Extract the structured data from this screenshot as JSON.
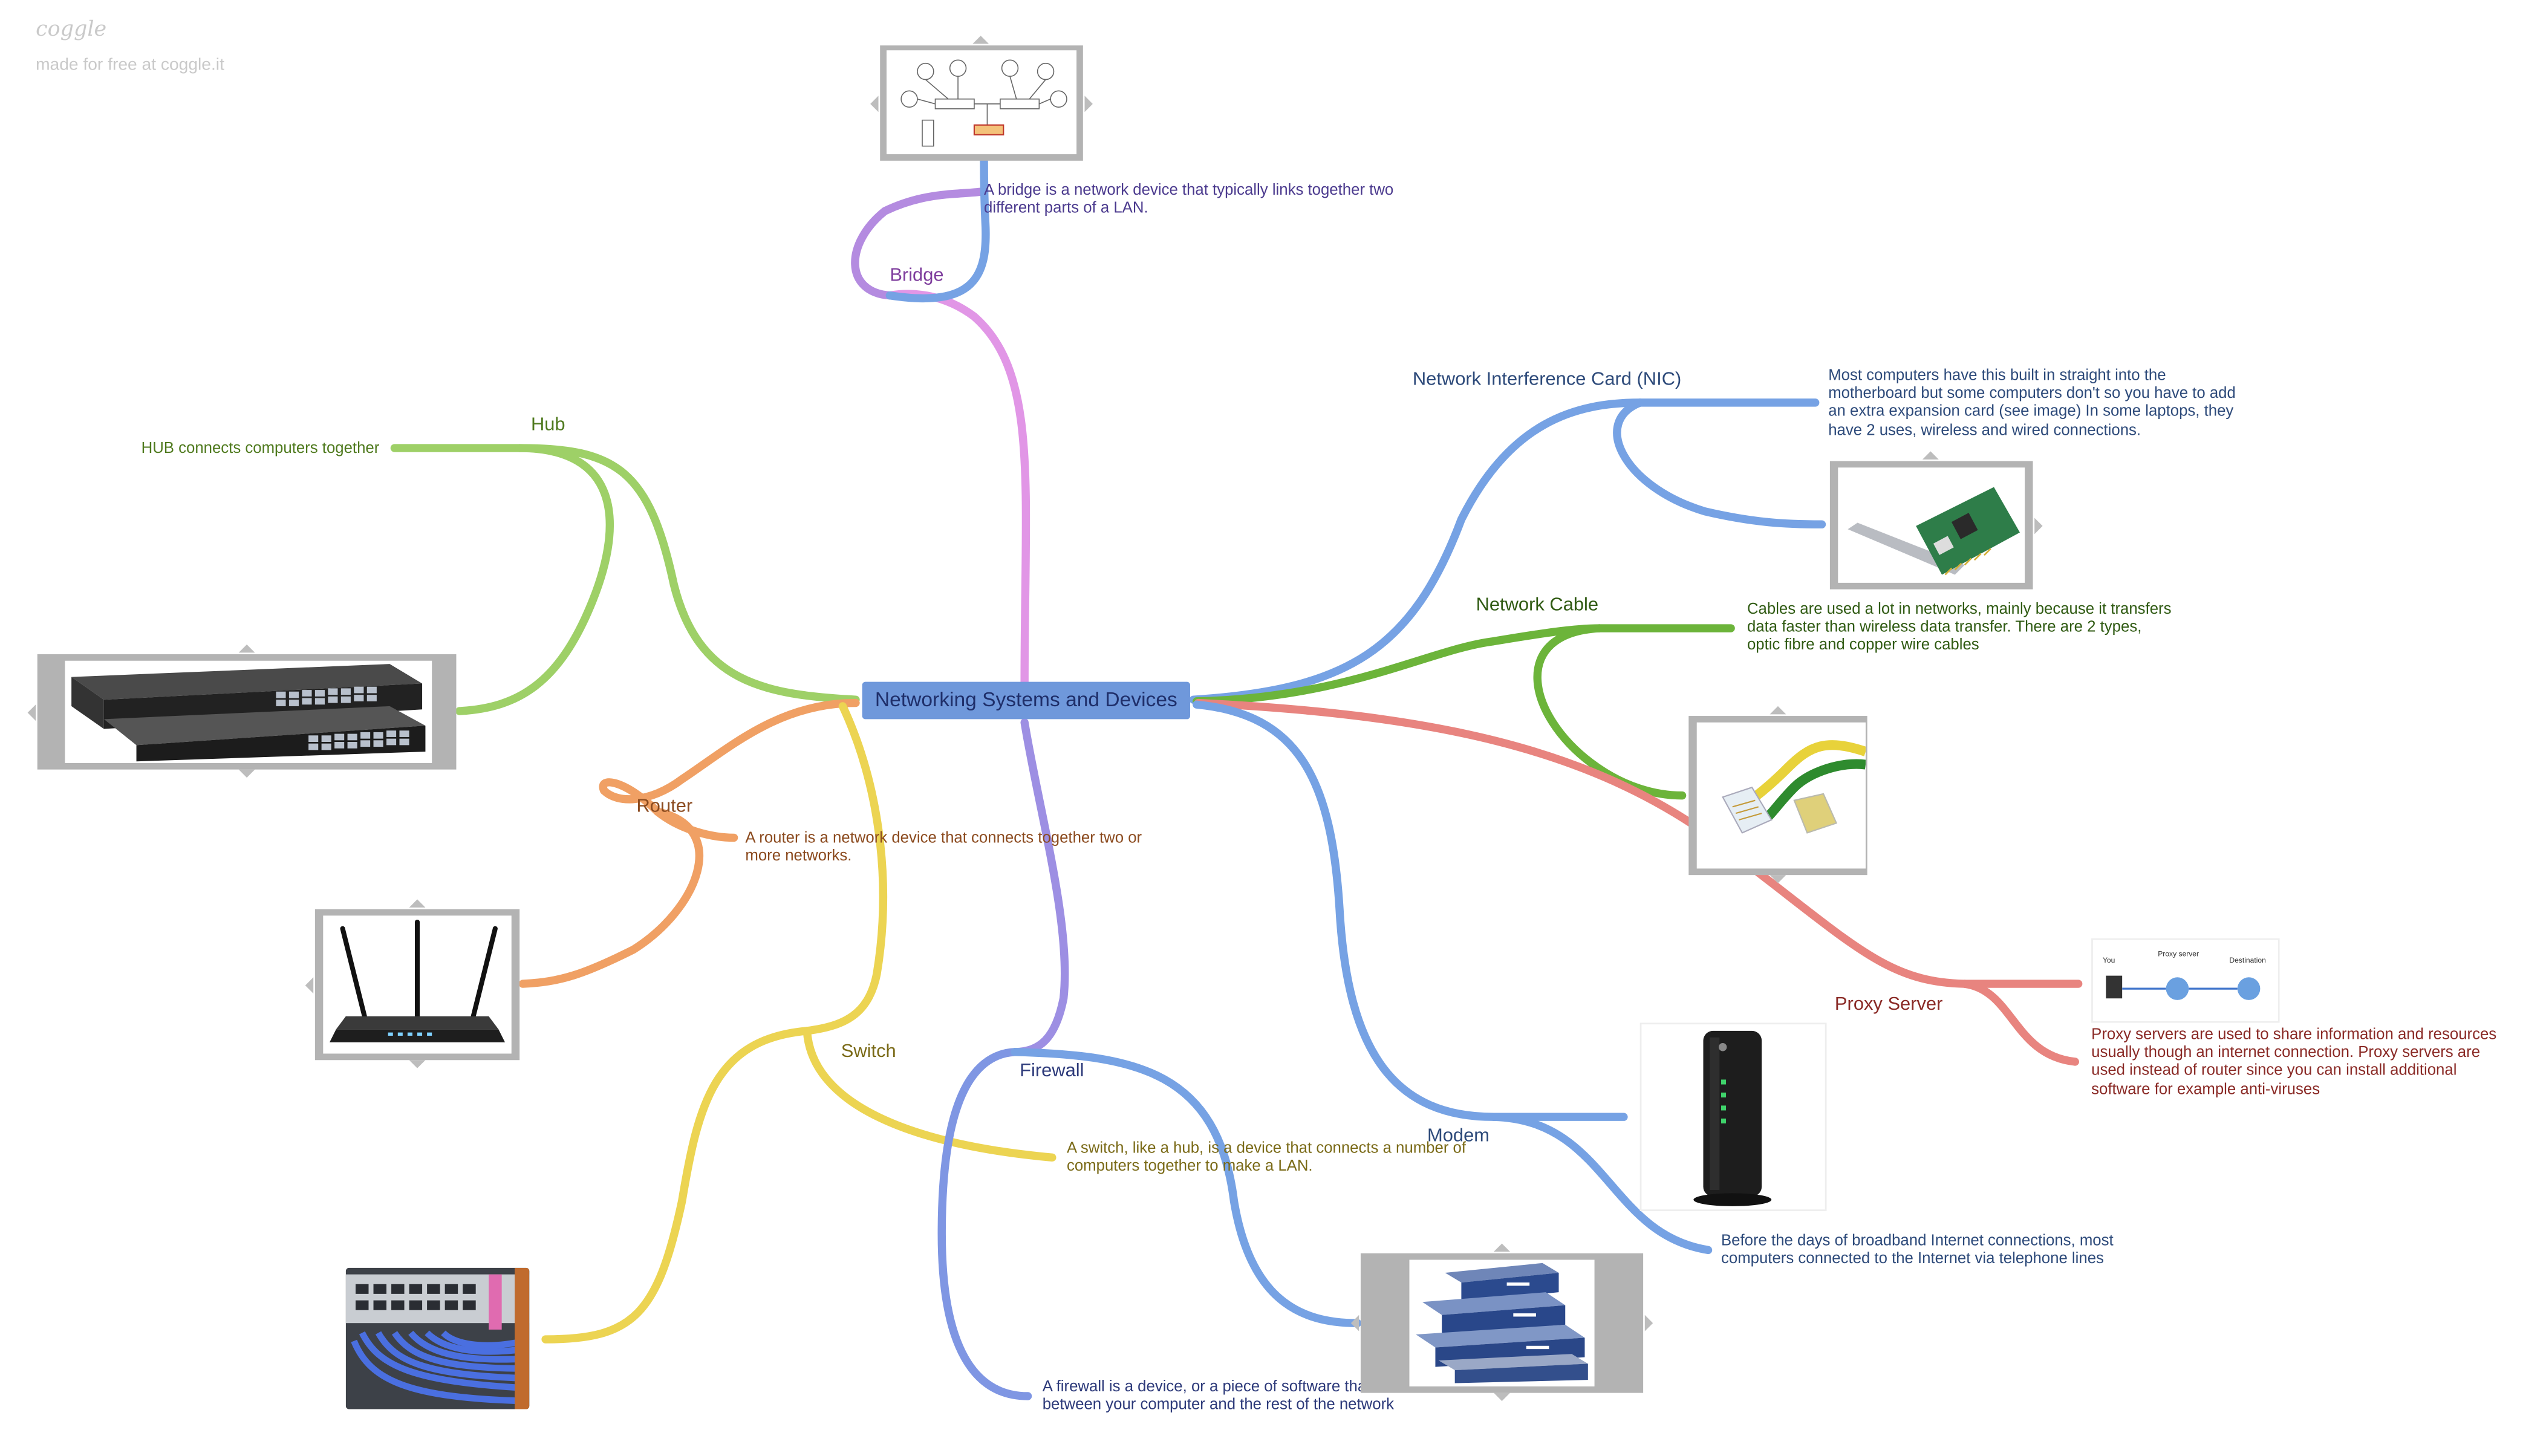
{
  "brand": {
    "logo": "coggle",
    "tagline": "made for free at coggle.it"
  },
  "central": {
    "label": "Networking Systems and Devices",
    "color": "#6f98db"
  },
  "branches": {
    "bridge": {
      "label": "Bridge",
      "color": "#b48be0",
      "note": "A bridge is a network device that typically links together two different parts of a LAN."
    },
    "hub": {
      "label": "Hub",
      "color": "#9ed067",
      "note": "HUB connects computers together"
    },
    "router": {
      "label": "Router",
      "color": "#f0a064",
      "note": "A router is a network device that connects together two or more networks."
    },
    "switch": {
      "label": "Switch",
      "color": "#ecd452",
      "note": "A switch, like a hub, is a device that connects a number of computers together to make a LAN."
    },
    "firewall": {
      "label": "Firewall",
      "color": "#7f96e3",
      "note": "A firewall is a device, or a piece of software that ... between your computer and the rest of the network"
    },
    "nic": {
      "label": "Network Interference Card (NIC)",
      "color": "#76a2e4",
      "note": "Most computers have this built in straight into the motherboard but some computers don't so you have to add an extra expansion card (see image) In some laptops, they have 2 uses, wireless and wired connections."
    },
    "cable": {
      "label": "Network Cable",
      "color": "#6cb43a",
      "note": "Cables are used a lot in networks, mainly because it transfers data faster than wireless data transfer. There are 2 types, optic fibre and copper wire cables"
    },
    "proxy": {
      "label": "Proxy Server",
      "color": "#e8847f",
      "note": "Proxy servers are used to share information and resources usually though an internet connection. Proxy servers are used instead of router since you can install additional software for example anti-viruses"
    },
    "modem": {
      "label": "Modem",
      "color": "#76a2e4",
      "note": "Before the days of broadband Internet connections, most computers connected to the Internet via telephone lines"
    }
  },
  "images": {
    "bridge_diagram": "bridge-diagram-icon",
    "hub": "network-hub-icon",
    "router": "wireless-router-icon",
    "switch": "switch-cables-icon",
    "firewall": "firewall-appliance-icon",
    "nic": "network-card-icon",
    "cable": "ethernet-cable-icon",
    "proxy": "proxy-diagram-icon",
    "modem": "modem-icon"
  },
  "proxy_diagram": {
    "labels": [
      "You",
      "Proxy server",
      "Destination"
    ]
  }
}
